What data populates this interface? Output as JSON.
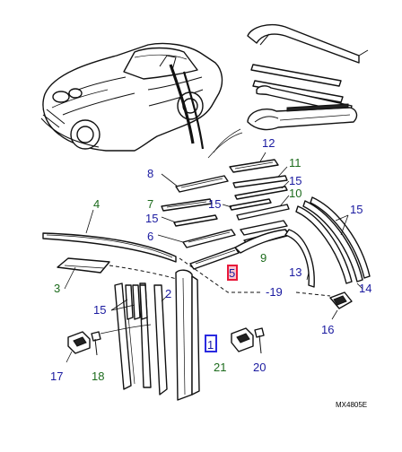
{
  "reference_code": "MX4805E",
  "colors": {
    "callout_blue": "#1a1aa0",
    "callout_green": "#1c6b1c",
    "highlight_red": "#e8173a",
    "highlight_blue": "#2a2ae0",
    "line": "#111111"
  },
  "callouts": [
    {
      "id": "c12a",
      "label": "12",
      "color": "blue"
    },
    {
      "id": "c8",
      "label": "8",
      "color": "blue"
    },
    {
      "id": "c11",
      "label": "11",
      "color": "green"
    },
    {
      "id": "c15a",
      "label": "15",
      "color": "blue"
    },
    {
      "id": "c7",
      "label": "7",
      "color": "green"
    },
    {
      "id": "c15b",
      "label": "15",
      "color": "blue"
    },
    {
      "id": "c10",
      "label": "10",
      "color": "green"
    },
    {
      "id": "c4",
      "label": "4",
      "color": "green"
    },
    {
      "id": "c15c",
      "label": "15",
      "color": "blue"
    },
    {
      "id": "c15d",
      "label": "15",
      "color": "blue"
    },
    {
      "id": "c6",
      "label": "6",
      "color": "blue"
    },
    {
      "id": "c9",
      "label": "9",
      "color": "green"
    },
    {
      "id": "c5",
      "label": "5",
      "color": "blue"
    },
    {
      "id": "c13",
      "label": "13",
      "color": "blue"
    },
    {
      "id": "c14",
      "label": "14",
      "color": "blue"
    },
    {
      "id": "c3",
      "label": "3",
      "color": "green"
    },
    {
      "id": "c19",
      "label": "-19",
      "color": "blue"
    },
    {
      "id": "c2",
      "label": "2",
      "color": "blue"
    },
    {
      "id": "c15e",
      "label": "15",
      "color": "blue"
    },
    {
      "id": "c16",
      "label": "16",
      "color": "blue"
    },
    {
      "id": "c1",
      "label": "1",
      "color": "blue"
    },
    {
      "id": "c17",
      "label": "17",
      "color": "blue"
    },
    {
      "id": "c18",
      "label": "18",
      "color": "green"
    },
    {
      "id": "c21",
      "label": "21",
      "color": "green"
    },
    {
      "id": "c20",
      "label": "20",
      "color": "blue"
    }
  ]
}
